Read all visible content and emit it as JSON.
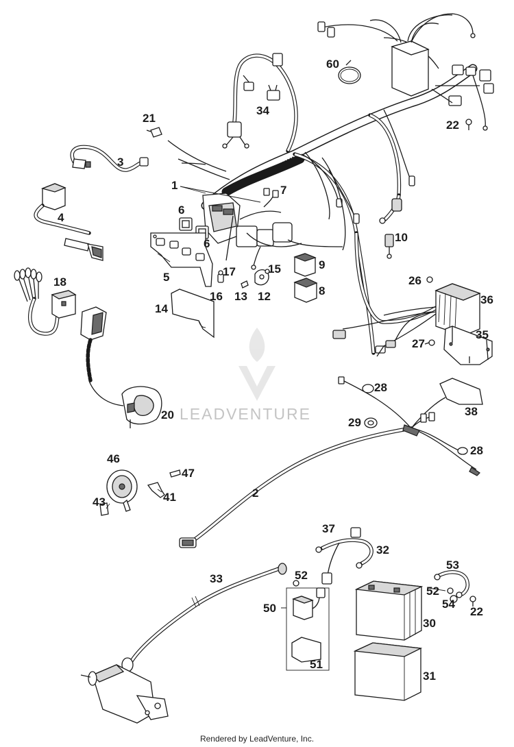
{
  "callouts": [
    "1",
    "2",
    "3",
    "4",
    "5",
    "6",
    "6",
    "7",
    "8",
    "9",
    "10",
    "12",
    "13",
    "14",
    "15",
    "16",
    "17",
    "18",
    "20",
    "21",
    "22",
    "22",
    "26",
    "27",
    "28",
    "28",
    "29",
    "30",
    "31",
    "32",
    "33",
    "34",
    "35",
    "36",
    "37",
    "38",
    "41",
    "43",
    "46",
    "47",
    "50",
    "51",
    "52",
    "52",
    "53",
    "54",
    "60"
  ],
  "watermark": {
    "text": "LEADVENTURE"
  },
  "footer": {
    "text": "Rendered by LeadVenture, Inc."
  }
}
